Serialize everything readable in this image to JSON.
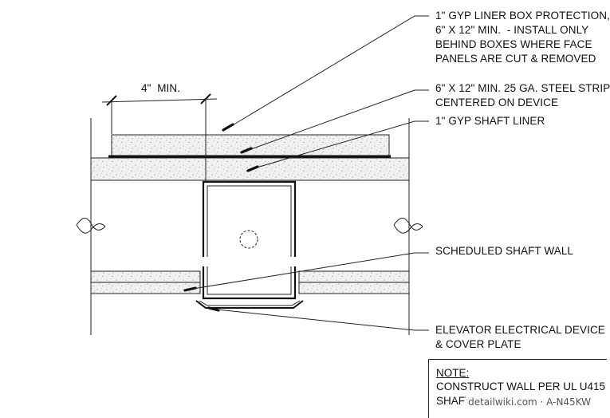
{
  "callouts": {
    "gyp_liner_box": [
      "1\" GYP LINER BOX PROTECTION,",
      "6\" X 12\" MIN.  - INSTALL ONLY",
      "BEHIND BOXES WHERE FACE",
      "PANELS ARE CUT & REMOVED"
    ],
    "steel_strip": [
      "6\" X 12\" MIN. 25 GA. STEEL STRIP",
      "CENTERED ON DEVICE"
    ],
    "shaft_liner": "1\" GYP SHAFT LINER",
    "shaft_wall": "SCHEDULED SHAFT WALL",
    "elevator_device": [
      "ELEVATOR ELECTRICAL DEVICE",
      "& COVER PLATE"
    ]
  },
  "dimension": "4\"  MIN.",
  "note": {
    "title": "NOTE:",
    "line1": "CONSTRUCT WALL PER UL U415",
    "line2": "SHAFT"
  },
  "watermark": "detailwiki.com · A-N45KW"
}
